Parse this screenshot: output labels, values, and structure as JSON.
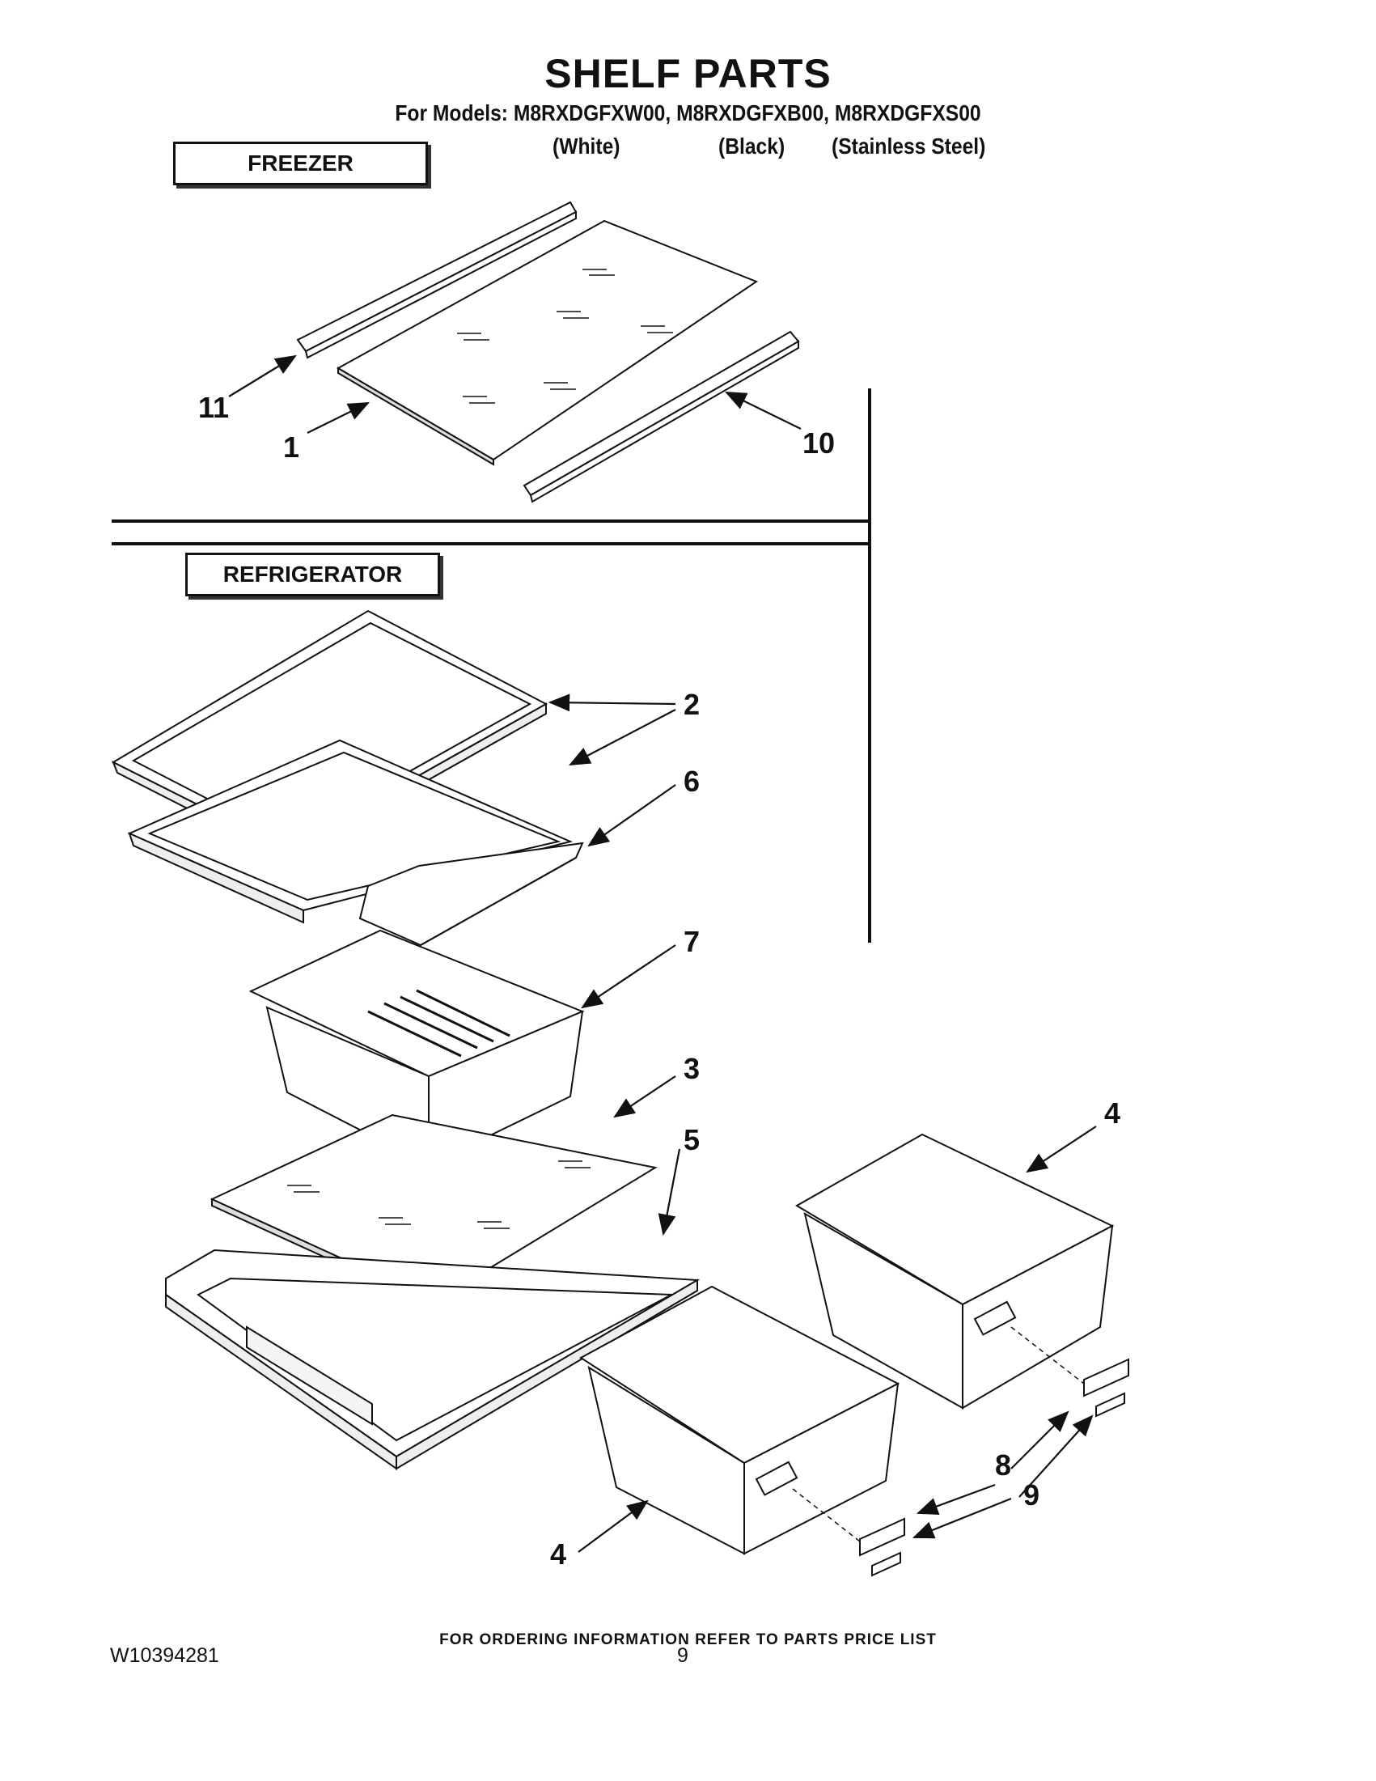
{
  "header": {
    "title": "SHELF PARTS",
    "subtitle": "For Models: M8RXDGFXW00, M8RXDGFXB00, M8RXDGFXS00",
    "colors": [
      "(White)",
      "(Black)",
      "(Stainless Steel)"
    ]
  },
  "sections": {
    "freezer": "FREEZER",
    "refrigerator": "REFRIGERATOR"
  },
  "callouts": {
    "c1": "1",
    "c2": "2",
    "c3": "3",
    "c4a": "4",
    "c4b": "4",
    "c5": "5",
    "c6": "6",
    "c7": "7",
    "c8": "8",
    "c9": "9",
    "c10": "10",
    "c11": "11"
  },
  "footer": {
    "ordering": "FOR ORDERING INFORMATION REFER TO PARTS PRICE LIST",
    "doc_number": "W10394281",
    "page_number": "9"
  }
}
